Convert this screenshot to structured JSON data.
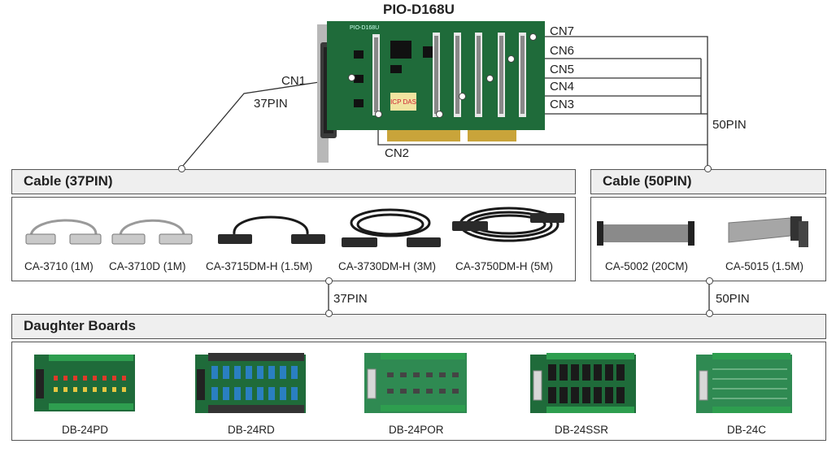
{
  "title": "PIO-D168U",
  "board_label": "PIO-D168U",
  "logo_text": "ICP DAS",
  "connectors": {
    "cn1": "CN1",
    "cn1_pin": "37PIN",
    "cn2": "CN2",
    "cn3": "CN3",
    "cn4": "CN4",
    "cn5": "CN5",
    "cn6": "CN6",
    "cn7": "CN7",
    "right_pin": "50PIN"
  },
  "sections": {
    "cable37": {
      "title": "Cable (37PIN)",
      "items": [
        "CA-3710 (1M)",
        "CA-3710D (1M)",
        "CA-3715DM-H (1.5M)",
        "CA-3730DM-H (3M)",
        "CA-3750DM-H (5M)"
      ]
    },
    "cable50": {
      "title": "Cable (50PIN)",
      "items": [
        "CA-5002 (20CM)",
        "CA-5015 (1.5M)"
      ]
    },
    "daughter": {
      "title": "Daughter Boards",
      "items": [
        "DB-24PD",
        "DB-24RD",
        "DB-24POR",
        "DB-24SSR",
        "DB-24C"
      ]
    }
  },
  "links": {
    "left_pin": "37PIN",
    "right_pin": "50PIN"
  },
  "colors": {
    "pcb": "#1f6b3a",
    "pcb_dark": "#164f2a",
    "gold": "#c9a43a",
    "header": "#e8e8e8",
    "cable_gray": "#9a9a9a",
    "cable_black": "#1a1a1a",
    "ribbon": "#8a8a8a",
    "relay_blue": "#2a7fc1",
    "terminal_green": "#2e9e4f"
  }
}
